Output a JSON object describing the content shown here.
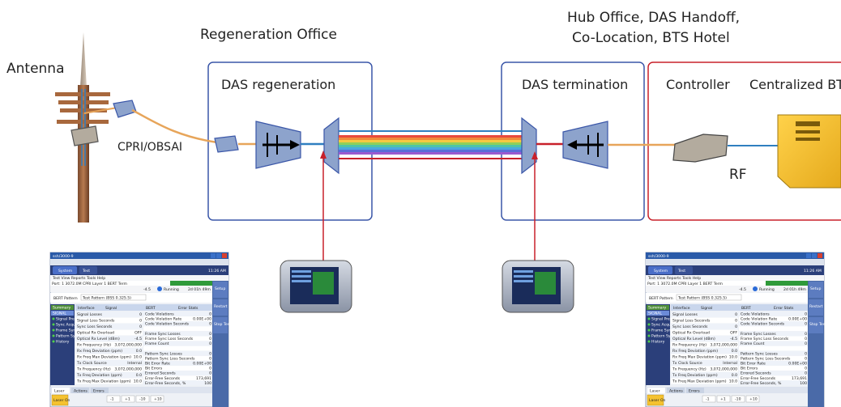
{
  "labels": {
    "regen_office": "Regeneration Office",
    "hub_line1": "Hub Office, DAS Handoff,",
    "hub_line2": "Co-Location, BTS Hotel",
    "antenna": "Antenna",
    "cpri": "CPRI/OBSAI",
    "das_regen": "DAS regeneration",
    "das_term": "DAS termination",
    "controller": "Controller",
    "centralized_bts": "Centralized BTS",
    "rf": "RF"
  },
  "screen": {
    "title": "ssh/3000-9",
    "time": "11:26 AM",
    "tab_system": "System",
    "tab_test": "Test",
    "menu": "Test  View  Reports  Tools  Help",
    "test_name": "Port: 1 3072.0M CPRI Layer 1 BERT Term",
    "running": "Running",
    "elapsed": "2d 01h 49m",
    "level": "-4.5",
    "pattern_label": "BERT Pattern",
    "pattern_value": "Test Pattern (BSS 0.325.5)",
    "side_buttons": [
      "Setup",
      "Restart",
      "Stop Test"
    ],
    "tree": [
      "Summary",
      "SIGNAL",
      "Signal Present",
      "Sync Acquired",
      "Frame Sync",
      "Pattern Sync",
      "History"
    ],
    "col1_header": "Interface",
    "col1_sub": "Signal",
    "col2_header": "BERT",
    "col2_sub": "Error Stats",
    "col1_rows": [
      [
        "Signal Losses",
        "0"
      ],
      [
        "Signal Loss Seconds",
        "0"
      ],
      [
        "Sync Loss Seconds",
        "0"
      ],
      [
        "Optical Rx Overload",
        "OFF"
      ],
      [
        "Optical Rx Level (dBm)",
        "-4.5"
      ],
      [
        "Rx Frequency (Hz)",
        "3,072,000,000"
      ],
      [
        "Rx Freq Deviation (ppm)",
        "0.0"
      ],
      [
        "Rx Freq Max Deviation (ppm)",
        "10.0"
      ],
      [
        "Tx Clock Source",
        "Internal"
      ],
      [
        "Tx Frequency (Hz)",
        "3,072,000,000"
      ],
      [
        "Tx Freq Deviation (ppm)",
        "0.0"
      ],
      [
        "Tx Freq Max Deviation (ppm)",
        "10.0"
      ]
    ],
    "col2_rows": [
      [
        "Code Violations",
        "0"
      ],
      [
        "Code Violation Rate",
        "0.00E+00"
      ],
      [
        "Code Violation Seconds",
        "0"
      ],
      [
        "",
        ""
      ],
      [
        "Frame Sync Losses",
        "0"
      ],
      [
        "Frame Sync Loss Seconds",
        "0"
      ],
      [
        "Frame Count",
        "0"
      ],
      [
        "",
        ""
      ],
      [
        "Pattern Sync Losses",
        "0"
      ],
      [
        "Pattern Sync Loss Seconds",
        "0"
      ],
      [
        "Bit Error Rate",
        "0.00E+00"
      ],
      [
        "Bit Errors",
        "0"
      ],
      [
        "Errored Seconds",
        "0"
      ],
      [
        "Error-Free Seconds",
        "173,691"
      ],
      [
        "Error-Free Seconds, %",
        "100"
      ]
    ],
    "bottom_tabs": [
      "Laser",
      "Actions",
      "Errors"
    ],
    "laser_button": "Laser On",
    "steps": [
      "-1",
      "+1",
      "-10",
      "+10"
    ]
  },
  "colors": {
    "box_blue": "#3a56a8",
    "box_red": "#c8202a",
    "fiber_orange": "#e7a55a",
    "fiber_blue": "#2f7fc0",
    "fiber_red": "#c8202a",
    "module": "#8da3cc",
    "controller": "#b3ab9e",
    "bts": "#f5c230"
  }
}
